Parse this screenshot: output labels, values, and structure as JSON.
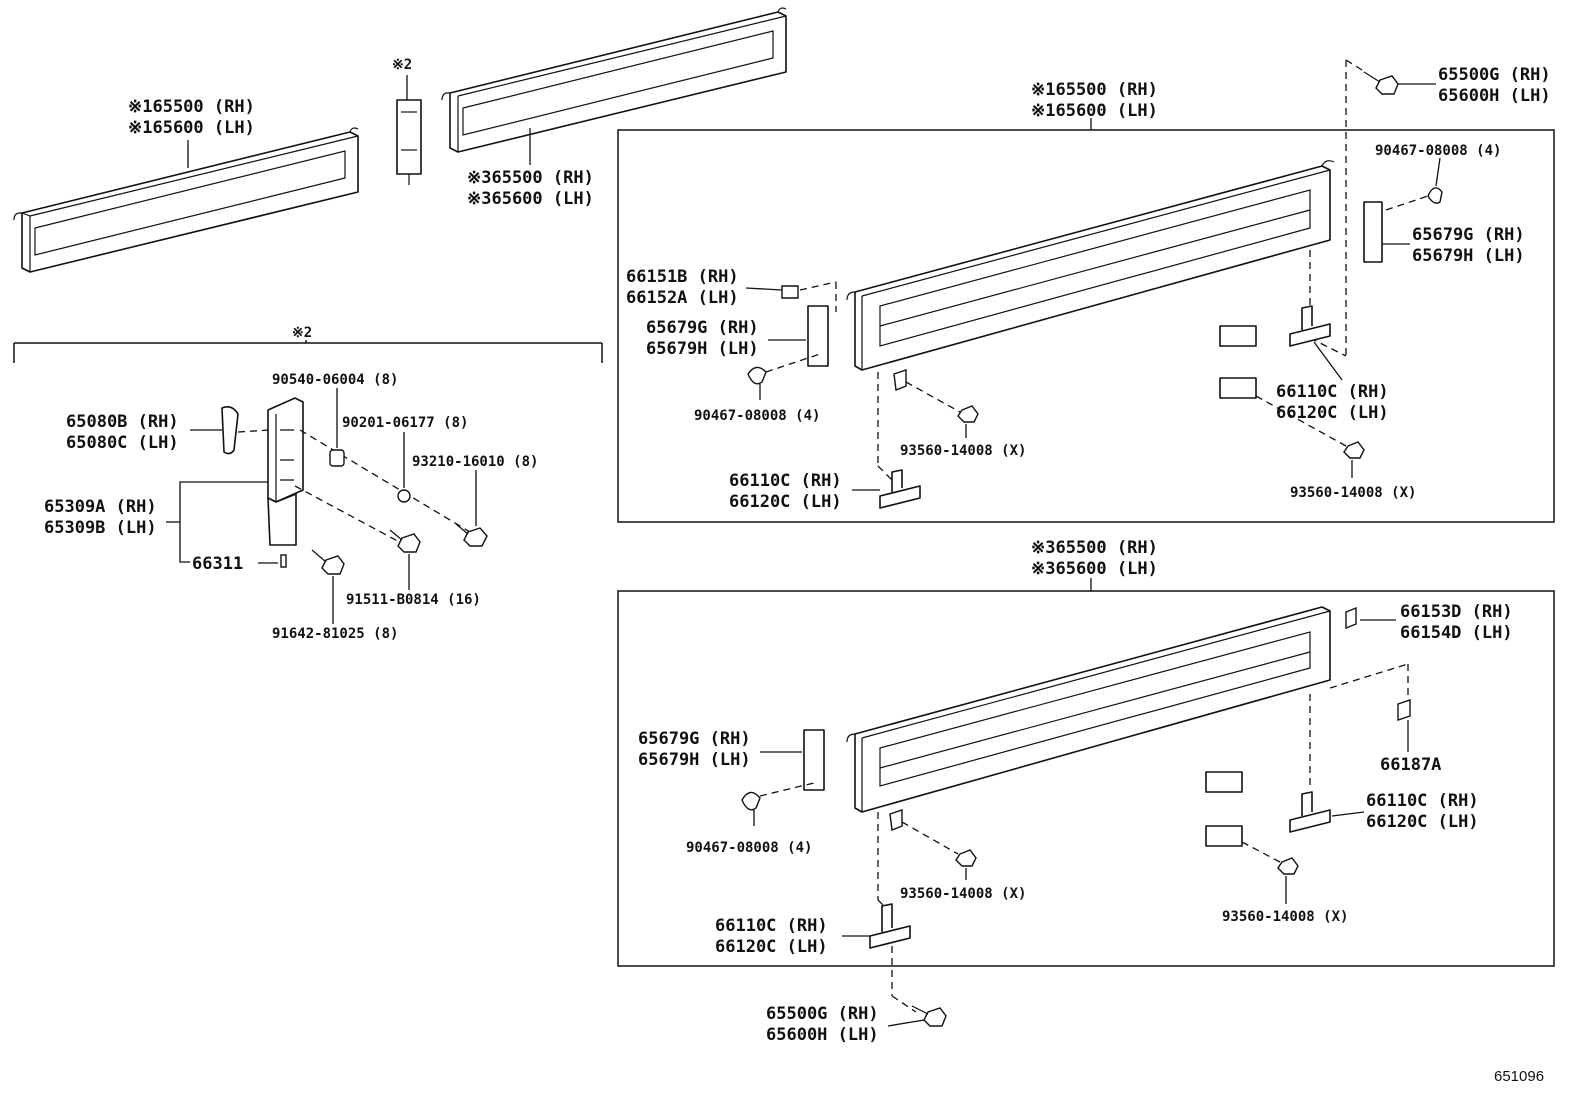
{
  "figure_number": "651096",
  "overview": {
    "panel_front": {
      "rh": "※165500 (RH)",
      "lh": "※165600 (LH)"
    },
    "bracket_marker": "※2",
    "panel_rear": {
      "rh": "※365500 (RH)",
      "lh": "※365600 (LH)"
    }
  },
  "bracket_group": {
    "marker": "※2",
    "items": {
      "hook_rh": "65080B (RH)",
      "hook_lh": "65080C (LH)",
      "post_rh": "65309A (RH)",
      "post_lh": "65309B (LH)",
      "pin": "66311",
      "nut": "90540-06004 (8)",
      "washer": "90201-06177 (8)",
      "bolt_a": "93210-16010 (8)",
      "bolt_b": "91511-B0814 (16)",
      "bolt_c": "91642-81025 (8)"
    }
  },
  "front_panel_box": {
    "title_rh": "※165500 (RH)",
    "title_lh": "※165600 (LH)",
    "items": {
      "bolt_top_rh": "65500G (RH)",
      "bolt_top_lh": "65600H (LH)",
      "clip_right": "90467-08008 (4)",
      "bracket_right_rh": "65679G (RH)",
      "bracket_right_lh": "65679H (LH)",
      "latch_rh": "66151B (RH)",
      "latch_lh": "66152A (LH)",
      "bracket_left_rh": "65679G (RH)",
      "bracket_left_lh": "65679H (LH)",
      "clip_left": "90467-08008 (4)",
      "screw_mid": "93560-14008 (X)",
      "hinge_right_rh": "66110C (RH)",
      "hinge_right_lh": "66120C (LH)",
      "screw_right": "93560-14008 (X)",
      "hinge_left_rh": "66110C (RH)",
      "hinge_left_lh": "66120C (LH)"
    }
  },
  "rear_panel_box": {
    "title_rh": "※365500 (RH)",
    "title_lh": "※365600 (LH)",
    "items": {
      "latch_rh": "66153D (RH)",
      "latch_lh": "66154D (LH)",
      "stopper": "66187A",
      "bracket_left_rh": "65679G (RH)",
      "bracket_left_lh": "65679H (LH)",
      "clip_left": "90467-08008 (4)",
      "hinge_right_rh": "66110C (RH)",
      "hinge_right_lh": "66120C (LH)",
      "screw_mid": "93560-14008 (X)",
      "screw_right": "93560-14008 (X)",
      "hinge_left_rh": "66110C (RH)",
      "hinge_left_lh": "66120C (LH)",
      "bolt_bottom_rh": "65500G (RH)",
      "bolt_bottom_lh": "65600H (LH)"
    }
  }
}
